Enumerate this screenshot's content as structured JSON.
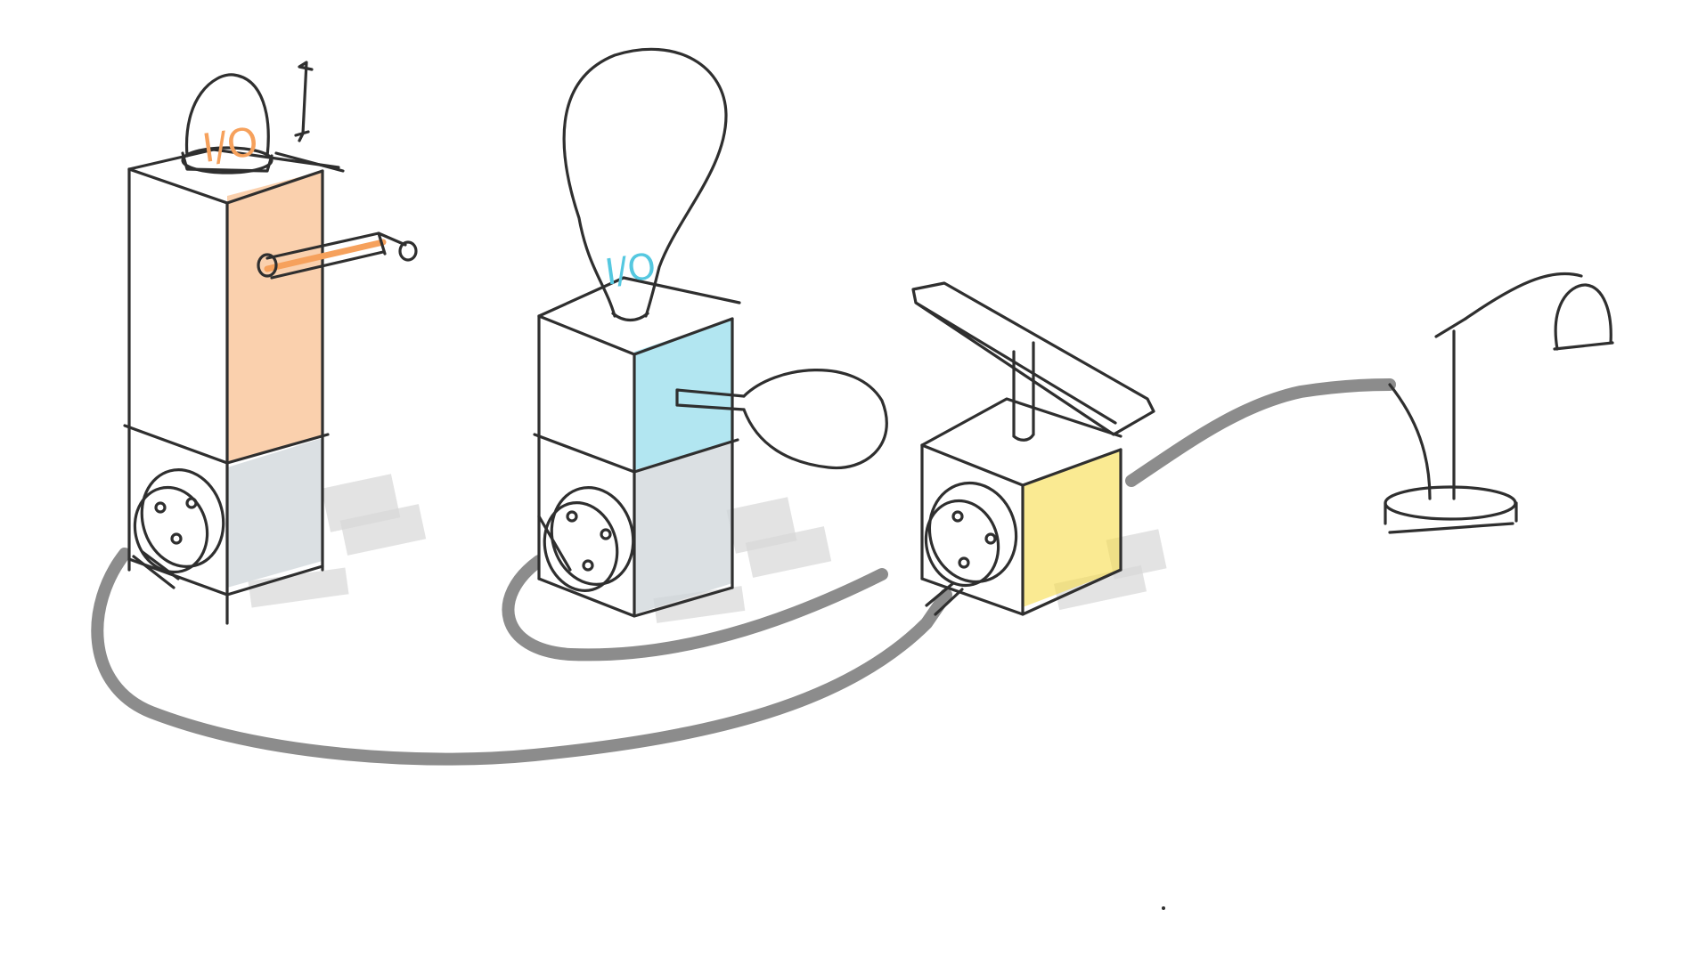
{
  "modules": [
    {
      "name": "crank-module",
      "color": "#f6a15c",
      "label": "I/O"
    },
    {
      "name": "bulb-module",
      "color": "#55c8e0",
      "label": "I/O"
    },
    {
      "name": "seesaw-module",
      "color": "#f7dc4a"
    }
  ],
  "colors": {
    "ink": "#2f2f2f",
    "cable": "#8c8c8c",
    "grey_fill": "#cfd6da",
    "shadow": "#d7d7d7"
  }
}
